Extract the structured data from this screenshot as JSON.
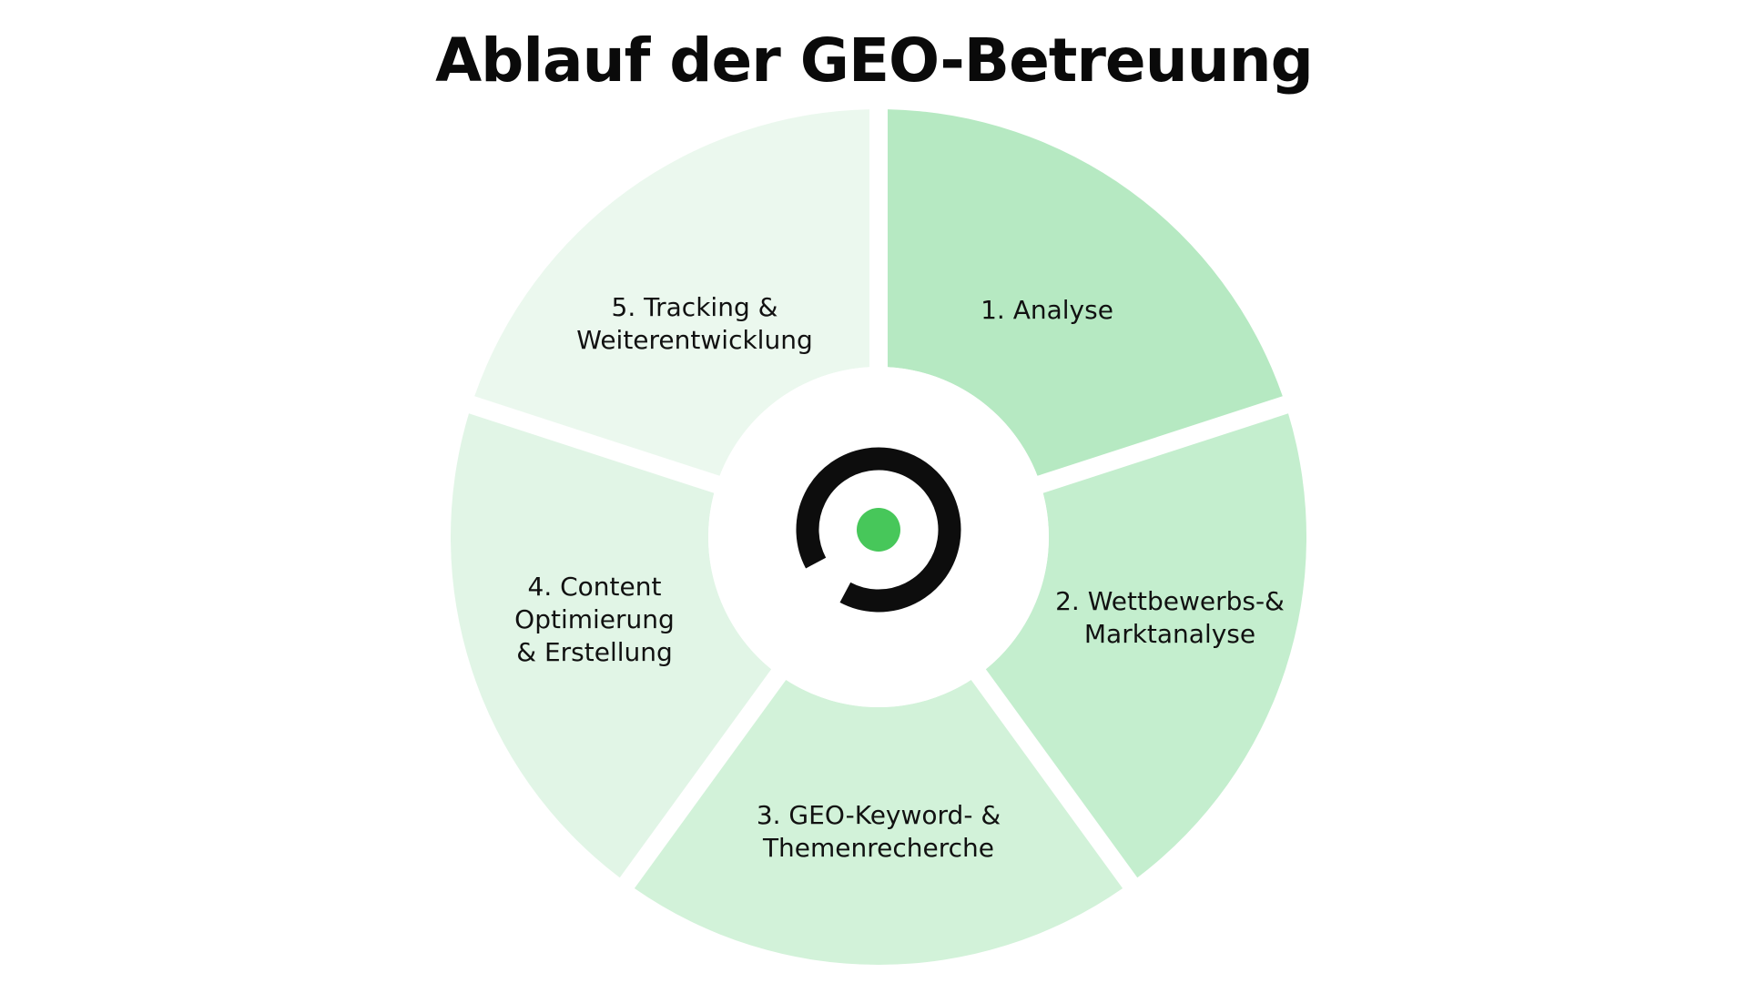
{
  "title": "Ablauf der GEO-Betreuung",
  "segments": [
    {
      "lines": [
        "1. Analyse"
      ],
      "color": "#b6e9c2"
    },
    {
      "lines": [
        "2. Wettbewerbs-&",
        "Marktanalyse"
      ],
      "color": "#c4eece"
    },
    {
      "lines": [
        "3. GEO-Keyword- &",
        "Themenrecherche"
      ],
      "color": "#d2f2d9"
    },
    {
      "lines": [
        "4. Content",
        "Optimierung",
        "& Erstellung"
      ],
      "color": "#e1f5e6"
    },
    {
      "lines": [
        "5. Tracking &",
        "Weiterentwicklung"
      ],
      "color": "#ebf8ee"
    }
  ],
  "center_logo": {
    "icon": "target-ring-icon",
    "ring_color": "#0d0d0d",
    "dot_color": "#47c75a"
  }
}
